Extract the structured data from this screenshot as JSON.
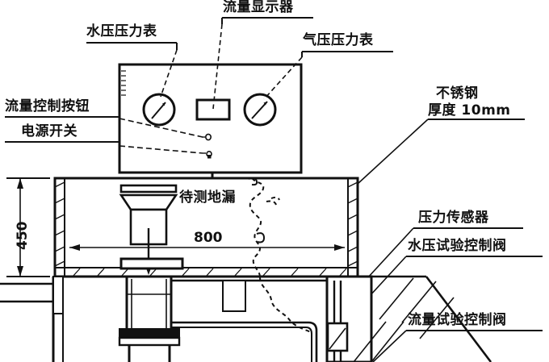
{
  "figure": {
    "kind": "engineering-cross-section-diagram",
    "subject": "floor drain test rig"
  },
  "labels": {
    "water_pressure_gauge": "水压压力表",
    "flow_display": "流量显示器",
    "air_pressure_gauge": "气压压力表",
    "flow_control_button": "流量控制按钮",
    "power_switch": "电源开关",
    "stainless_steel": "不锈钢",
    "thickness": "厚度 10mm",
    "drain_under_test": "待测地漏",
    "pressure_sensor": "压力传感器",
    "water_pressure_test_valve": "水压试验控制阀",
    "flow_test_control_valve": "流量试验控制阀"
  },
  "dimensions": {
    "height_label": "450",
    "width_label": "800"
  },
  "colors": {
    "ink": "#111111",
    "background": "#ffffff",
    "thin_line": "#1a1a1a"
  },
  "panel": {
    "gauge_left_name": "water-pressure-gauge-dial",
    "gauge_right_name": "air-pressure-gauge-dial",
    "display_name": "flow-display-window",
    "button_name": "flow-control-button-knob",
    "switch_name": "power-switch-toggle"
  }
}
